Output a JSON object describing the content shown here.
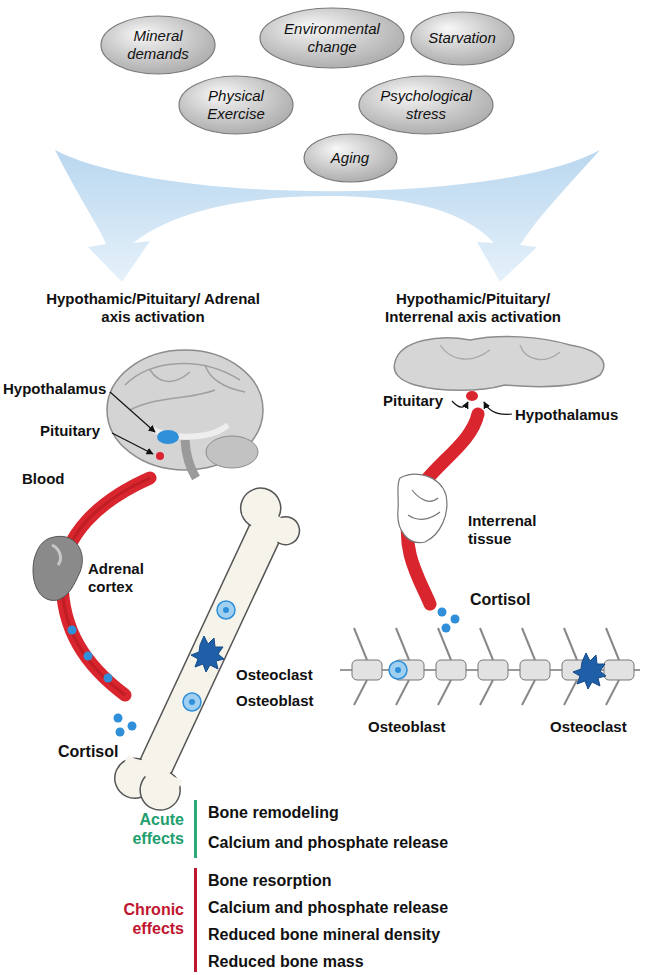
{
  "diagram": {
    "nodes": [
      {
        "text": [
          "Mineral demands"
        ]
      },
      {
        "text": [
          "Environmental change"
        ]
      },
      {
        "text": [
          "Starvation"
        ]
      },
      {
        "text": [
          "Physical Exercise"
        ]
      },
      {
        "text": [
          "Psychological stress"
        ]
      },
      {
        "text": [
          "Aging"
        ]
      }
    ],
    "labels": [
      "Hypothamic/Pituitary/ Adrenal axis activation",
      "Hypothamic/Pituitary/ Interrenal axis activation",
      "Hypothalamus",
      "Pituitary",
      "Blood",
      "Adrenal cortex",
      "Cortisol",
      "Osteoclast",
      "Osteoblast",
      "Pituitary",
      "Hypothalamus",
      "Interrenal tissue",
      "Cortisol",
      "Osteoblast",
      "Osteoclast",
      "Acute effects",
      "Bone remodeling",
      "Calcium and phosphate release",
      "Chronic effects",
      "Bone resorption",
      "Calcium and phosphate release",
      "Reduced bone mineral density",
      "Reduced bone mass"
    ]
  }
}
